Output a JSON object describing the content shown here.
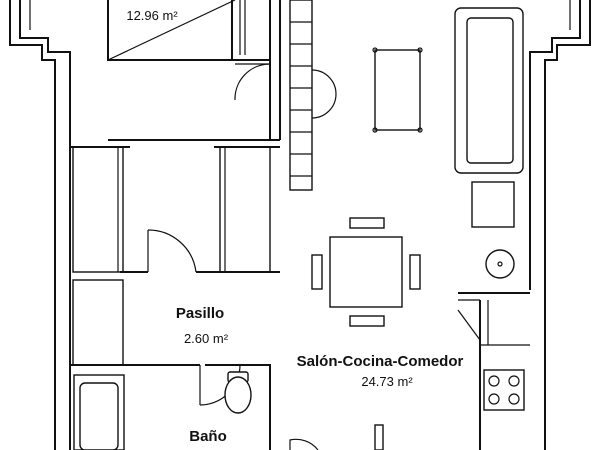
{
  "plan": {
    "rooms": [
      {
        "id": "bedroom",
        "name": "",
        "area": "12.96 m²"
      },
      {
        "id": "hallway",
        "name": "Pasillo",
        "area": "2.60 m²"
      },
      {
        "id": "living",
        "name": "Salón-Cocina-Comedor",
        "area": "24.73 m²"
      },
      {
        "id": "bathroom",
        "name": "Baño",
        "area": ""
      }
    ]
  }
}
